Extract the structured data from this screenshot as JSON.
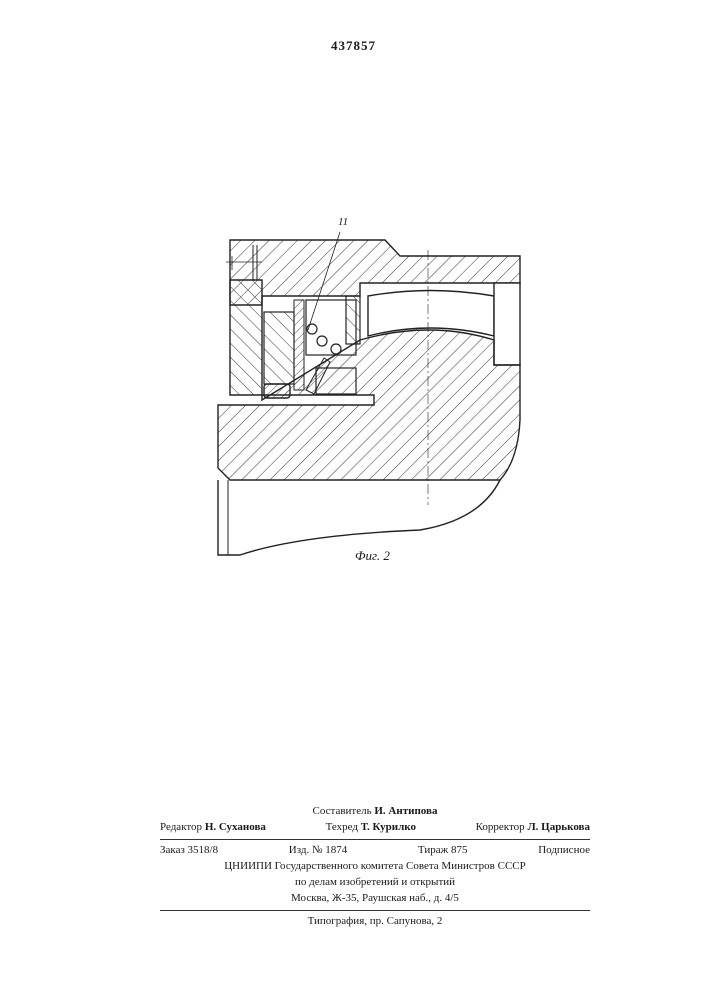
{
  "header": {
    "patent_number": "437857"
  },
  "figure": {
    "caption": "Фиг. 2",
    "callout_label": "11"
  },
  "footer": {
    "compiler_label": "Составитель",
    "compiler_name": "И. Антипова",
    "editor_label": "Редактор",
    "editor_name": "Н. Суханова",
    "techred_label": "Техред",
    "techred_name": "Т. Курилко",
    "corrector_label": "Корректор",
    "corrector_name": "Л. Царькова",
    "order": "Заказ 3518/8",
    "edition": "Изд. № 1874",
    "circulation": "Тираж 875",
    "subscription": "Подписное",
    "org_line1": "ЦНИИПИ Государственного комитета Совета Министров СССР",
    "org_line2": "по делам изобретений и открытий",
    "address": "Москва, Ж-35, Раушская наб., д. 4/5",
    "printer": "Типография, пр. Сапунова, 2"
  }
}
